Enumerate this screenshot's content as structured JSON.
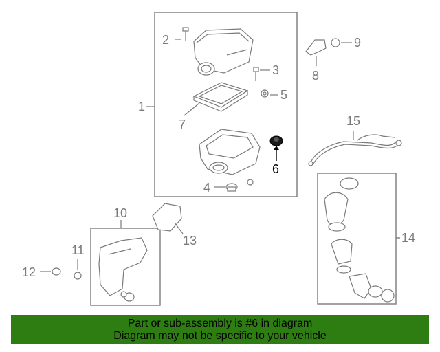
{
  "callouts": {
    "c1": "1",
    "c2": "2",
    "c3": "3",
    "c4": "4",
    "c5": "5",
    "c6": "6",
    "c7": "7",
    "c8": "8",
    "c9": "9",
    "c10": "10",
    "c11": "11",
    "c12": "12",
    "c13": "13",
    "c14": "14",
    "c15": "15"
  },
  "highlighted_part": "6",
  "colors": {
    "banner": "#2e7d12",
    "line": "#7a7a7a",
    "highlight": "#000000"
  },
  "banner": {
    "line1": "Part or sub-assembly is #6 in diagram",
    "line2": "Diagram may not be specific to your vehicle"
  }
}
